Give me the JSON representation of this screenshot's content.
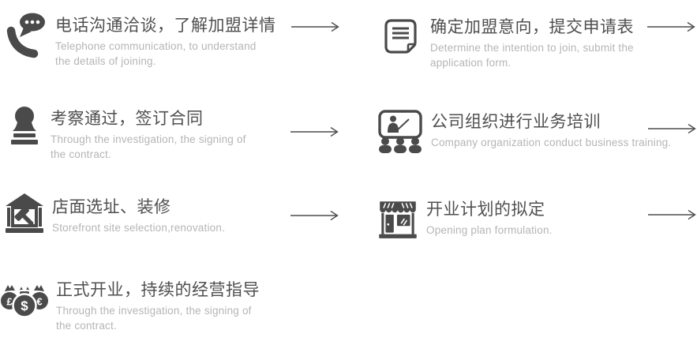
{
  "colors": {
    "background": "#ffffff",
    "icon": "#4a4a4a",
    "title": "#4f4f4f",
    "subtitle": "#b5b5b5",
    "arrow": "#4d4d4d"
  },
  "steps": [
    {
      "id": 1,
      "icon": "phone-chat-icon",
      "title": "电话沟通洽谈，了解加盟详情",
      "subtitle": "Telephone communication, to understand the details of joining."
    },
    {
      "id": 2,
      "icon": "application-form-icon",
      "title": "确定加盟意向，提交申请表",
      "subtitle": "Determine the intention to join, submit the application form."
    },
    {
      "id": 3,
      "icon": "stamp-icon",
      "title": "考察通过，签订合同",
      "subtitle": "Through the investigation, the signing of the contract."
    },
    {
      "id": 4,
      "icon": "training-presentation-icon",
      "title": "公司组织进行业务培训",
      "subtitle": "Company organization conduct business training."
    },
    {
      "id": 5,
      "icon": "building-renovation-icon",
      "title": "店面选址、装修",
      "subtitle": "Storefront site selection,renovation."
    },
    {
      "id": 6,
      "icon": "storefront-icon",
      "title": "开业计划的拟定",
      "subtitle": "Opening plan formulation."
    },
    {
      "id": 7,
      "icon": "money-bags-icon",
      "title": "正式开业，持续的经营指导",
      "subtitle": "Through the investigation, the signing of the contract."
    }
  ],
  "icons": {
    "money": {
      "pound": "£",
      "dollar": "$",
      "euro": "€"
    }
  },
  "arrows": {
    "count": 6,
    "direction": "right"
  }
}
